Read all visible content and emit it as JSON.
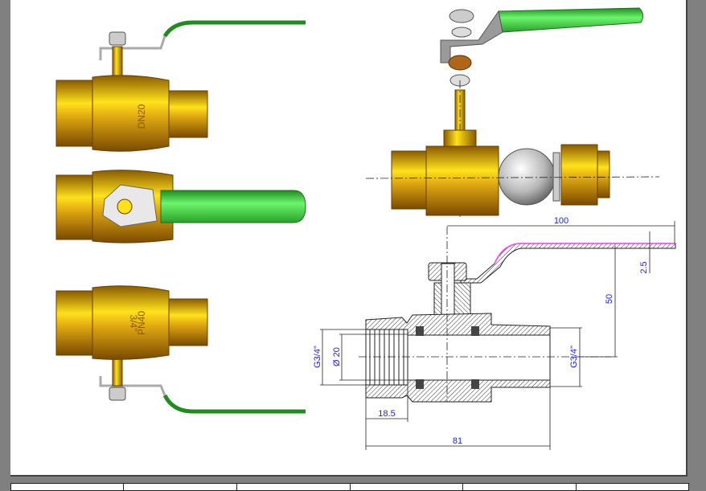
{
  "drawing": {
    "engravings": {
      "size": "DN20",
      "thread": "3/4\"",
      "pressure": "PN40"
    },
    "dimensions": {
      "handle_length": "100",
      "handle_thickness": "2.5",
      "handle_height": "50",
      "thread_left": "G3/4\"",
      "bore": "Ø 20",
      "thread_right": "G3/4\"",
      "thread_depth": "18.5",
      "overall_length": "81"
    },
    "colors": {
      "brass": "#c98f12",
      "brass_highlight": "#ffe21a",
      "handle_green": "#1e8c1e",
      "handle_light": "#6cf56c",
      "dimension_text": "#1a1aff",
      "section_outline_highlight": "#ff33ff"
    }
  }
}
